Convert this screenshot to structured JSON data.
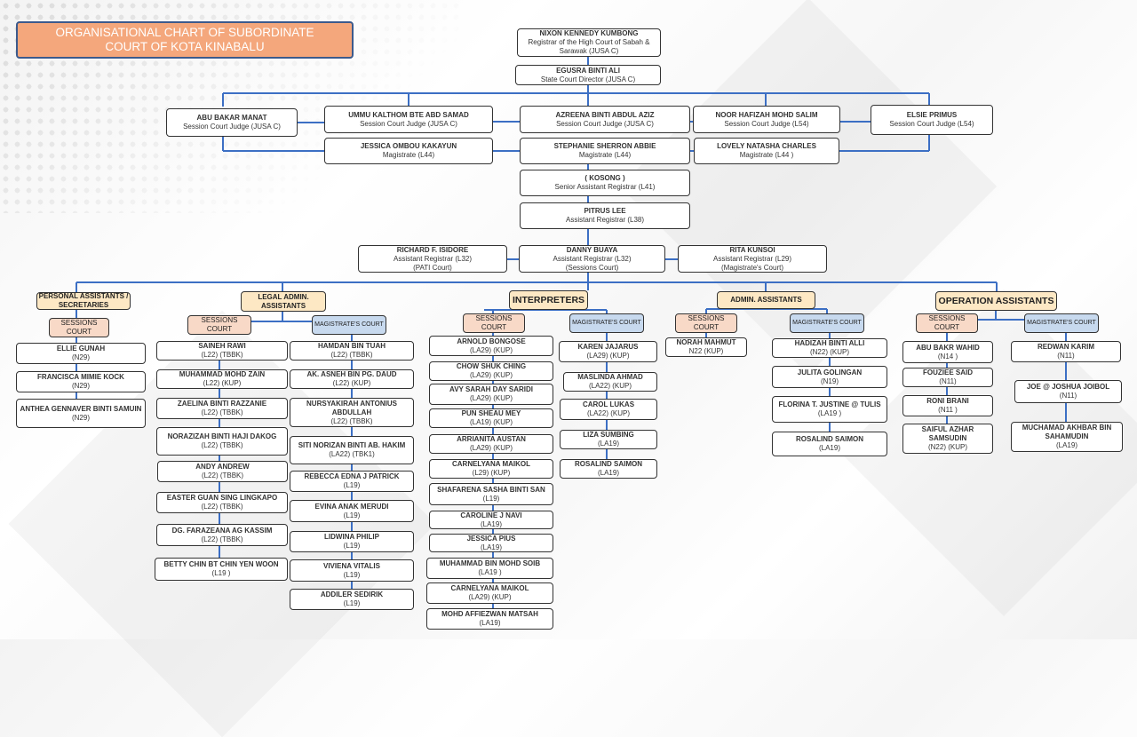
{
  "title": {
    "line1": "ORGANISATIONAL CHART OF SUBORDINATE",
    "line2": "COURT OF KOTA KINABALU"
  },
  "top": [
    {
      "name": "NIXON KENNEDY KUMBONG",
      "pos": "Registrar of the High Court of Sabah & Sarawak (JUSA C)"
    },
    {
      "name": "EGUSRA BINTI ALI",
      "pos": "State Court Director  (JUSA C)"
    }
  ],
  "judges": [
    {
      "name": "ABU BAKAR MANAT",
      "pos": "Session Court Judge (JUSA C)"
    },
    {
      "name": "UMMU KALTHOM BTE ABD SAMAD",
      "pos": "Session Court Judge (JUSA C)"
    },
    {
      "name": "AZREENA BINTI ABDUL AZIZ",
      "pos": "Session Court Judge (JUSA C)"
    },
    {
      "name": "NOOR HAFIZAH MOHD SALIM",
      "pos": "Session Court Judge  (L54)"
    },
    {
      "name": "ELSIE PRIMUS",
      "pos": "Session Court Judge (L54)"
    }
  ],
  "magistrates": [
    {
      "name": "JESSICA OMBOU KAKAYUN",
      "pos": "Magistrate (L44)"
    },
    {
      "name": "STEPHANIE SHERRON ABBIE",
      "pos": "Magistrate (L44)"
    },
    {
      "name": "LOVELY NATASHA CHARLES",
      "pos": "Magistrate (L44 )"
    }
  ],
  "registrars": [
    {
      "name": "( KOSONG )",
      "pos": "Senior Assistant Registrar (L41)"
    },
    {
      "name": "PITRUS LEE",
      "pos": "Assistant Registrar (L38)"
    }
  ],
  "assistant_registrars": [
    {
      "name": "RICHARD F. ISIDORE",
      "pos": "Assistant Registrar (L32)",
      "pos2": "(PATI Court)"
    },
    {
      "name": "DANNY BUAYA",
      "pos": "Assistant Registrar (L32)",
      "pos2": "(Sessions Court)"
    },
    {
      "name": "RITA KUNSOI",
      "pos": "Assistant Registrar (L29)",
      "pos2": "(Magistrate's Court)"
    }
  ],
  "categories": [
    "PERSONAL ASSISTANTS / SECRETARIES",
    "LEGAL ADMIN. ASSISTANTS",
    "INTERPRETERS",
    "ADMIN. ASSISTANTS",
    "OPERATION ASSISTANTS"
  ],
  "sessions_label": "SESSIONS COURT",
  "magistrates_label": "MAGISTRATE'S COURT",
  "pa_staff": [
    {
      "name": "ELLIE GUNAH",
      "pos": "(N29)"
    },
    {
      "name": "FRANCISCA MIMIE KOCK",
      "pos": "(N29)"
    },
    {
      "name": "ANTHEA GENNAVER BINTI SAMUIN",
      "pos": "(N29)"
    }
  ],
  "legal_sessions": [
    {
      "name": "SAINEH RAWI",
      "pos": "(L22) (TBBK)"
    },
    {
      "name": "MUHAMMAD MOHD ZAIN",
      "pos": "(L22) (KUP)"
    },
    {
      "name": "ZAELINA BINTI RAZZANIE",
      "pos": "(L22) (TBBK)"
    },
    {
      "name": "NORAZIZAH BINTI HAJI DAKOG",
      "pos": "(L22) (TBBK)"
    },
    {
      "name": "ANDY ANDREW",
      "pos": "(L22) (TBBK)"
    },
    {
      "name": "EASTER GUAN SING LINGKAPO",
      "pos": "(L22) (TBBK)"
    },
    {
      "name": "DG. FARAZEANA AG KASSIM",
      "pos": "(L22) (TBBK)"
    },
    {
      "name": "BETTY CHIN BT CHIN YEN WOON",
      "pos": "(L19 )"
    }
  ],
  "legal_magistrates": [
    {
      "name": "HAMDAN BIN TUAH",
      "pos": "(L22) (TBBK)"
    },
    {
      "name": "AK. ASNEH BIN PG. DAUD",
      "pos": "(L22) (KUP)"
    },
    {
      "name": "NURSYAKIRAH ANTONIUS ABDULLAH",
      "pos": "(L22) (TBBK)"
    },
    {
      "name": "SITI NORIZAN BINTI AB. HAKIM",
      "pos": "(LA22) (TBK1)"
    },
    {
      "name": "REBECCA EDNA J PATRICK",
      "pos": "(L19)"
    },
    {
      "name": "EVINA ANAK MERUDI",
      "pos": "(L19)"
    },
    {
      "name": "LIDWINA PHILIP",
      "pos": "(L19)"
    },
    {
      "name": "VIVIENA VITALIS",
      "pos": "(L19)"
    },
    {
      "name": "ADDILER SEDIRIK",
      "pos": "(L19)"
    }
  ],
  "interp_sessions": [
    {
      "name": "ARNOLD  BONGOSE",
      "pos": "(LA29)  (KUP)"
    },
    {
      "name": "CHOW SHUK CHING",
      "pos": "(LA29) (KUP)"
    },
    {
      "name": "AVY SARAH DAY SARIDI",
      "pos": "(LA29) (KUP)"
    },
    {
      "name": "PUN SHEAU MEY",
      "pos": "(LA19) (KUP)"
    },
    {
      "name": "ARRIANITA AUSTAN",
      "pos": "(LA29) (KUP)"
    },
    {
      "name": "CARNELYANA MAIKOL",
      "pos": "(L29) (KUP)"
    },
    {
      "name": "SHAFARENA SASHA BINTI SAN",
      "pos": "(L19)"
    },
    {
      "name": "CAROLINE J NAVI",
      "pos": "(LA19)"
    },
    {
      "name": "JESSICA PIUS",
      "pos": "(LA19)"
    },
    {
      "name": "MUHAMMAD BIN MOHD SOIB",
      "pos": "(LA19 )"
    },
    {
      "name": "CARNELYANA MAIKOL",
      "pos": "(LA29) (KUP)"
    },
    {
      "name": "MOHD AFFIEZWAN MATSAH",
      "pos": "(LA19)"
    }
  ],
  "interp_magistrates": [
    {
      "name": "KAREN JAJARUS",
      "pos": "(LA29)  (KUP)"
    },
    {
      "name": "MASLINDA AHMAD",
      "pos": "(LA22) (KUP)"
    },
    {
      "name": "CAROL LUKAS",
      "pos": "(LA22) (KUP)"
    },
    {
      "name": "LIZA SUMBING",
      "pos": "(LA19)"
    },
    {
      "name": "ROSALIND SAIMON",
      "pos": "(LA19)"
    }
  ],
  "admin_sessions": [
    {
      "name": "NORAH MAHMUT",
      "pos": "N22 (KUP)"
    }
  ],
  "admin_magistrates": [
    {
      "name": "HADIZAH BINTI ALLI",
      "pos": "(N22) (KUP)"
    },
    {
      "name": "JULITA GOLINGAN",
      "pos": "(N19)"
    },
    {
      "name": "FLORINA T. JUSTINE @ TULIS",
      "pos": "(LA19 )"
    },
    {
      "name": "ROSALIND SAIMON",
      "pos": "(LA19)"
    }
  ],
  "op_sessions": [
    {
      "name": "ABU BAKR WAHID",
      "pos": "(N14 )"
    },
    {
      "name": "FOUZIEE SAID",
      "pos": "(N11)"
    },
    {
      "name": "RONI BRANI",
      "pos": "(N11 )"
    },
    {
      "name": "SAIFUL AZHAR SAMSUDIN",
      "pos": "(N22) (KUP)"
    }
  ],
  "op_magistrates": [
    {
      "name": "REDWAN KARIM",
      "pos": "(N11)"
    },
    {
      "name": "JOE @ JOSHUA JOIBOL",
      "pos": "(N11)"
    },
    {
      "name": "MUCHAMAD AKHBAR BIN SAHAMUDIN",
      "pos": "(LA19)"
    }
  ],
  "colors": {
    "line": "#3c6fc4",
    "title_bg": "#f4a77c",
    "category_bg": "#fde8c4",
    "sessions_bg": "#f8d9c7",
    "magistrates_bg": "#c7d9ee"
  }
}
